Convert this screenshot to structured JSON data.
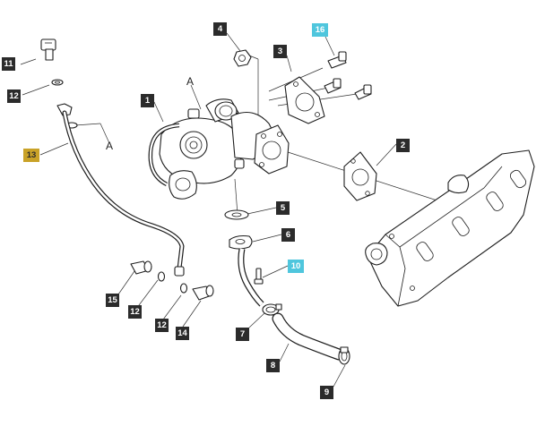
{
  "callouts": [
    {
      "id": "1",
      "label": "1",
      "style": "dark"
    },
    {
      "id": "2",
      "label": "2",
      "style": "dark"
    },
    {
      "id": "3",
      "label": "3",
      "style": "dark"
    },
    {
      "id": "4",
      "label": "4",
      "style": "dark"
    },
    {
      "id": "5",
      "label": "5",
      "style": "dark"
    },
    {
      "id": "6",
      "label": "6",
      "style": "dark"
    },
    {
      "id": "7",
      "label": "7",
      "style": "dark"
    },
    {
      "id": "8",
      "label": "8",
      "style": "dark"
    },
    {
      "id": "9",
      "label": "9",
      "style": "dark"
    },
    {
      "id": "10",
      "label": "10",
      "style": "cyan"
    },
    {
      "id": "11",
      "label": "11",
      "style": "dark"
    },
    {
      "id": "12a",
      "label": "12",
      "style": "dark"
    },
    {
      "id": "12b",
      "label": "12",
      "style": "dark"
    },
    {
      "id": "12c",
      "label": "12",
      "style": "dark"
    },
    {
      "id": "13",
      "label": "13",
      "style": "gold"
    },
    {
      "id": "14",
      "label": "14",
      "style": "dark"
    },
    {
      "id": "15",
      "label": "15",
      "style": "dark"
    },
    {
      "id": "16",
      "label": "16",
      "style": "cyan"
    }
  ],
  "detail_marks": {
    "top": "A",
    "side": "A"
  },
  "colors": {
    "dark_tag": "#2b2b2b",
    "cyan_tag": "#4fc6dd",
    "gold_tag": "#c9a227",
    "line": "#1e1e1e"
  }
}
